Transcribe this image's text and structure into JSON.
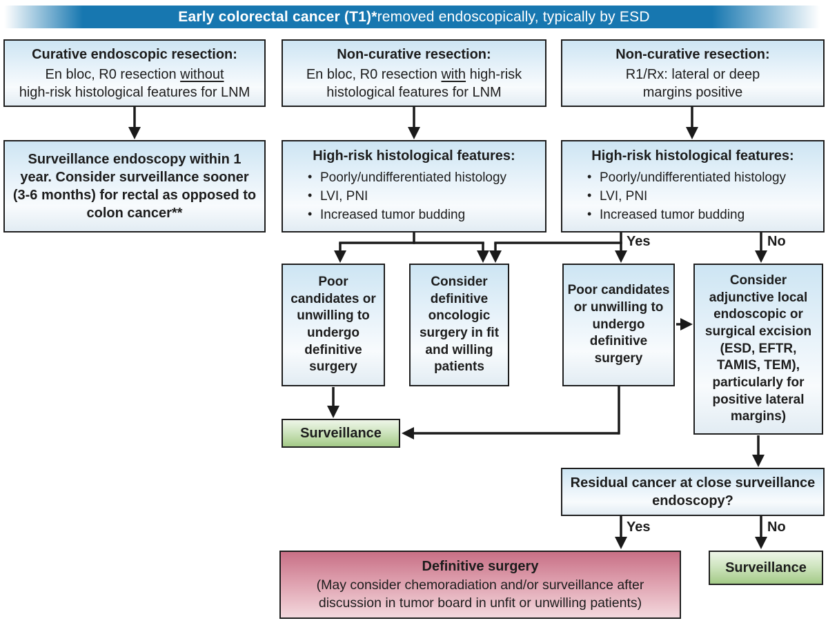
{
  "banner": {
    "title_bold": "Early colorectal cancer (T1)*",
    "title_rest": " removed endoscopically, typically by ESD"
  },
  "boxes": {
    "curative": {
      "heading": "Curative endoscopic resection:",
      "body_pre": "En bloc, R0 resection ",
      "body_underlined": "without",
      "body_post": "",
      "body_line2": "high-risk histological features for LNM"
    },
    "noncurative_r0": {
      "heading": "Non-curative resection:",
      "body_pre": "En bloc, R0 resection ",
      "body_underlined": "with",
      "body_post": " high-risk",
      "body_line2": "histological features for LNM"
    },
    "noncurative_r1": {
      "heading": "Non-curative resection:",
      "body_line1": "R1/Rx: lateral or deep",
      "body_line2": "margins positive"
    },
    "surveillance_endoscopy": {
      "text": "Surveillance endoscopy within 1 year. Consider surveillance sooner (3-6 months) for rectal as opposed to colon cancer**"
    },
    "highrisk_mid": {
      "heading": "High-risk histological features:",
      "bullets": [
        "Poorly/undifferentiated histology",
        "LVI, PNI",
        "Increased tumor budding"
      ]
    },
    "highrisk_right": {
      "heading": "High-risk histological features:",
      "bullets": [
        "Poorly/undifferentiated histology",
        "LVI, PNI",
        "Increased tumor budding"
      ]
    },
    "poor_candidates_mid": {
      "text": "Poor candidates or unwilling to undergo definitive surgery"
    },
    "consider_oncologic": {
      "text": "Consider definitive oncologic surgery in fit and willing patients"
    },
    "poor_candidates_right": {
      "text": "Poor candidates or unwilling to undergo definitive surgery"
    },
    "adjunctive_excision": {
      "text": "Consider adjunctive local endoscopic or surgical excision (ESD, EFTR, TAMIS, TEM), particularly for positive lateral margins)"
    },
    "surveillance_1": {
      "text": "Surveillance"
    },
    "residual_cancer": {
      "text": "Residual cancer at close surveillance endoscopy?"
    },
    "definitive_surgery": {
      "heading": "Definitive surgery",
      "body": "(May consider chemoradiation and/or surveillance after discussion in tumor board in unfit or unwilling patients)"
    },
    "surveillance_2": {
      "text": "Surveillance"
    }
  },
  "labels": {
    "yes_highrisk": "Yes",
    "no_highrisk": "No",
    "yes_residual": "Yes",
    "no_residual": "No"
  },
  "colors": {
    "banner_blue": "#1777b0",
    "box_blue_top": "#cde5f3",
    "green_bottom": "#a4ca87",
    "red_top": "#c87086",
    "line_black": "#1a1a1a"
  }
}
